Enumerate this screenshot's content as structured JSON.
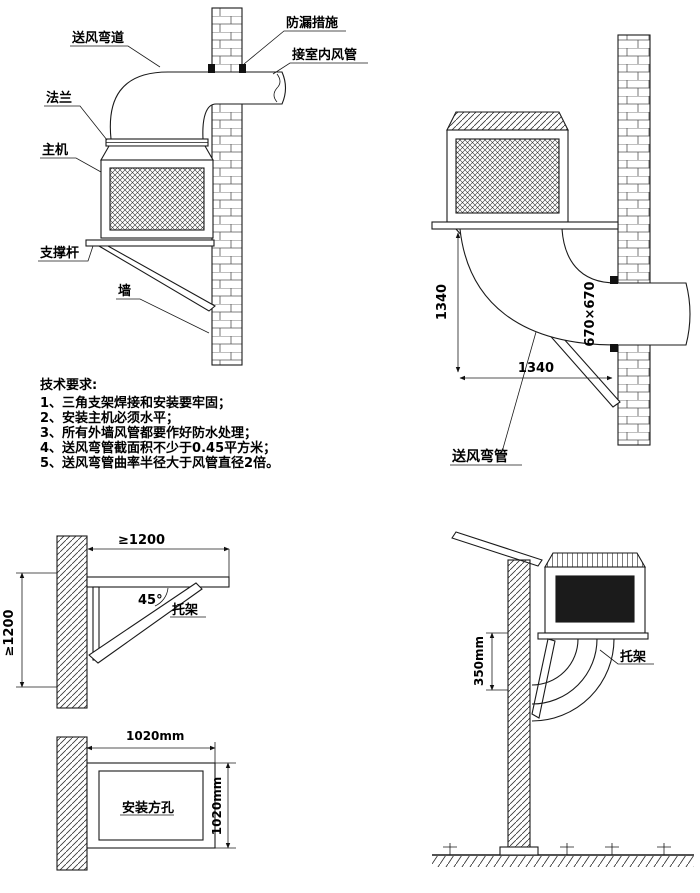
{
  "page": {
    "background": "#ffffff",
    "ink": "#1a1a1a"
  },
  "front_view": {
    "labels": {
      "duct_bend": "送风弯道",
      "leak_prevention": "防漏措施",
      "indoor_duct": "接室内风管",
      "flange": "法兰",
      "main_unit": "主机",
      "support_rod": "支撑杆",
      "wall": "墙"
    }
  },
  "side_view": {
    "dim_vertical": "1340",
    "dim_duct_section": "670×670",
    "dim_horizontal": "1340",
    "duct_bend_label": "送风弯管"
  },
  "tech_requirements": {
    "title": "技术要求:",
    "items": [
      "1、三角支架焊接和安装要牢固；",
      "2、安装主机必须水平；",
      "3、所有外墙风管都要作好防水处理；",
      "4、送风弯管截面积不少于0.45平方米；",
      "5、送风弯管曲率半径大于风管直径2倍。"
    ]
  },
  "bracket_detail": {
    "dim_horizontal": "≥1200",
    "dim_vertical": "≥1200",
    "angle": "45°",
    "bracket_label": "托架"
  },
  "hole_detail": {
    "dim_horizontal": "1020mm",
    "dim_vertical": "1020mm",
    "hole_label": "安装方孔"
  },
  "pole_mount": {
    "dim_offset": "350mm",
    "bracket_label": "托架"
  }
}
